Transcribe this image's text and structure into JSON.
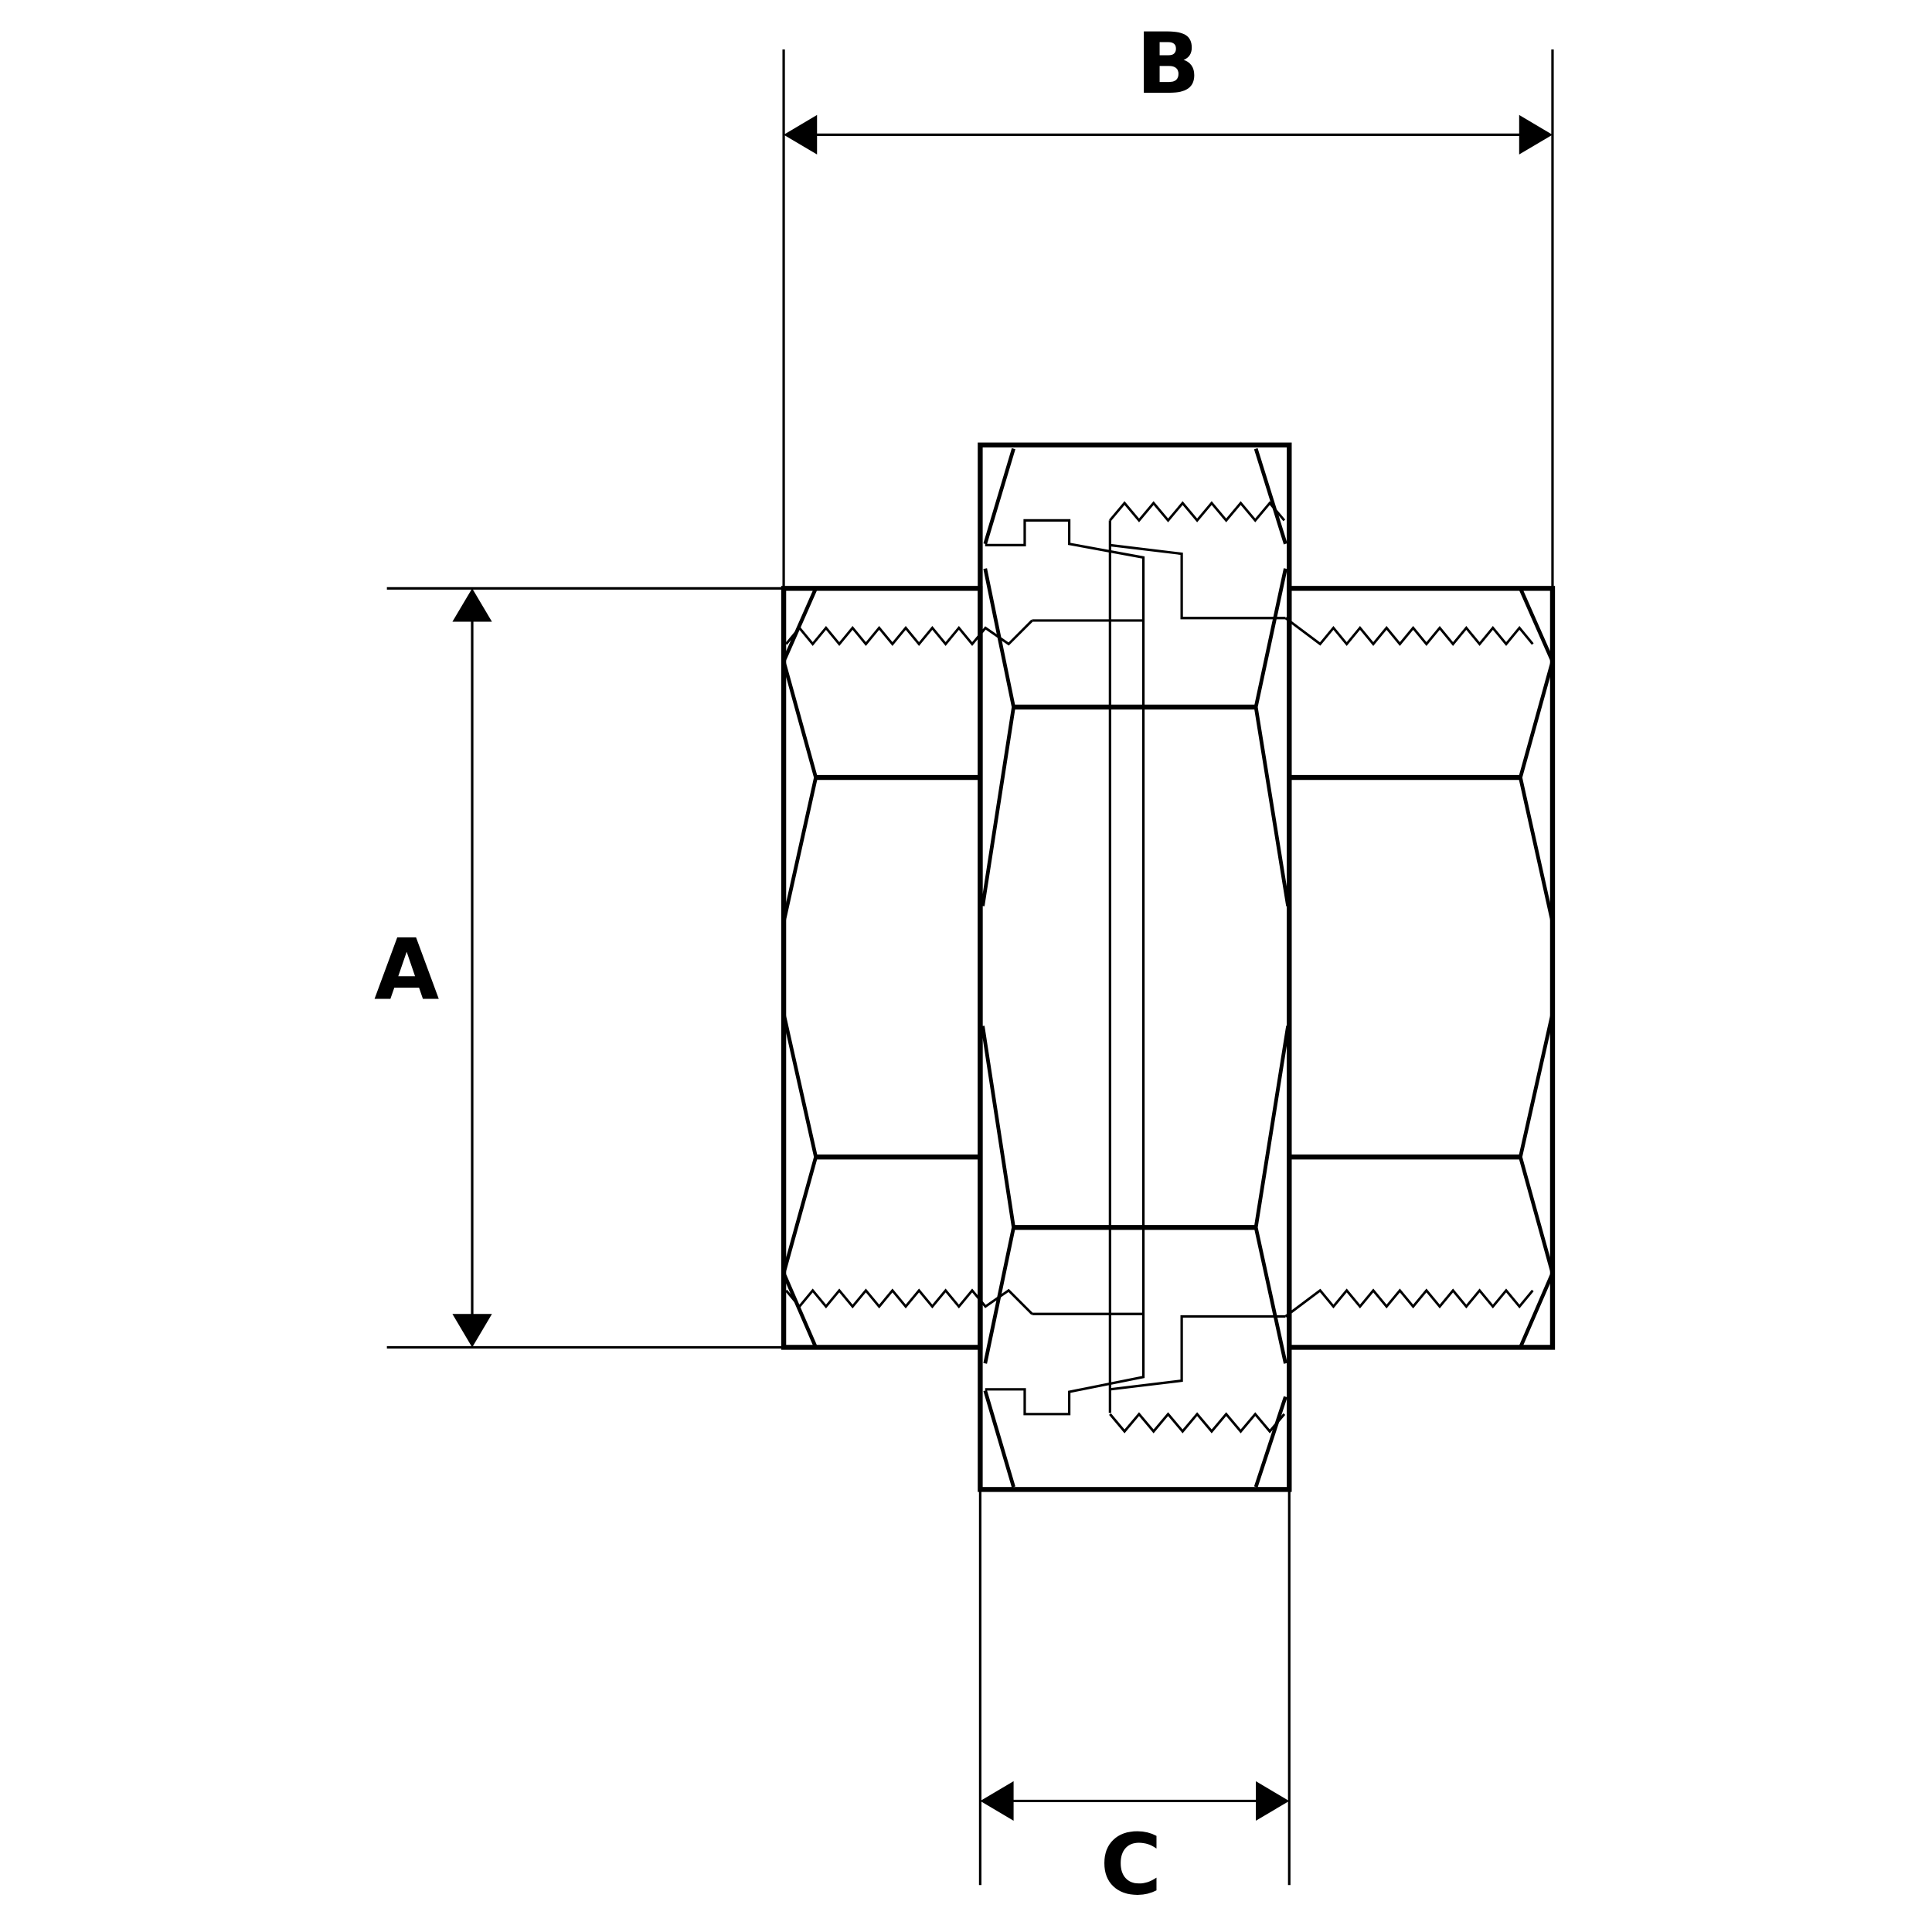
{
  "dimensions": {
    "a_label": "A",
    "b_label": "B",
    "c_label": "C"
  },
  "colors": {
    "line": "#000000",
    "background": "#ffffff"
  }
}
